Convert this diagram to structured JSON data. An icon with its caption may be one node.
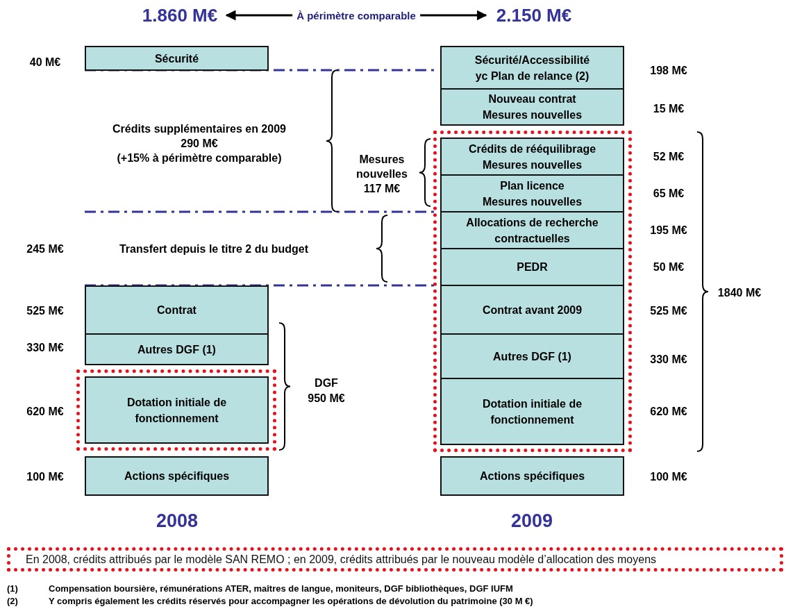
{
  "diagram": {
    "nodes": [
      {
        "text": [
          "1.860 M€"
        ]
      },
      {
        "text": [
          "2.150 M€"
        ]
      },
      {
        "text": [
          "Sécurité"
        ],
        "beside": [
          "40 M€"
        ]
      },
      {
        "text": [
          "Contrat"
        ],
        "beside": [
          "525 M€"
        ]
      },
      {
        "text": [
          "Autres DGF (1)"
        ],
        "beside": [
          "330 M€"
        ]
      },
      {
        "text": [],
        "shape": "box"
      },
      {
        "text": [
          "Dotation initiale de fonctionnement"
        ],
        "in": 5,
        "beside": [
          "620 M€"
        ]
      },
      {
        "text": [
          "Actions spécifiques"
        ],
        "beside": [
          "100 M€"
        ]
      },
      {
        "text": [
          "Sécurité/Accessibilité",
          "yc Plan de relance (2)"
        ],
        "beside": [
          "198 M€"
        ]
      },
      {
        "text": [
          "Nouveau contrat",
          "Mesures nouvelles"
        ],
        "beside": [
          "15 M€"
        ]
      },
      {
        "text": [],
        "shape": "box"
      },
      {
        "text": [
          "Crédits de rééquilibrage",
          "Mesures nouvelles"
        ],
        "in": 10,
        "beside": [
          "52 M€"
        ]
      },
      {
        "text": [
          "Plan licence",
          "Mesures nouvelles"
        ],
        "in": 10,
        "beside": [
          "65 M€"
        ]
      },
      {
        "text": [
          "Allocations de recherche contractuelles"
        ],
        "in": 10,
        "beside": [
          "195 M€"
        ]
      },
      {
        "text": [
          "PEDR"
        ],
        "in": 10,
        "beside": [
          "50 M€"
        ]
      },
      {
        "text": [
          "Contrat avant 2009"
        ],
        "in": 10,
        "beside": [
          "525 M€"
        ]
      },
      {
        "text": [
          "Autres DGF (1)"
        ],
        "in": 10,
        "beside": [
          "330 M€"
        ]
      },
      {
        "text": [
          "Dotation initiale de fonctionnement"
        ],
        "in": 10,
        "beside": [
          "620 M€"
        ]
      },
      {
        "text": [
          "Actions spécifiques"
        ],
        "beside": [
          "100 M€"
        ]
      },
      {
        "text": [
          "En 2008, crédits attribués par le modèle SAN REMO ; en 2009, crédits attribués par le nouveau modèle d’allocation des moyens"
        ]
      }
    ],
    "edges": [
      {
        "from": 0,
        "to": 1,
        "arrow": "both",
        "label": "À périmètre comparable"
      }
    ],
    "labels": [
      "Crédits supplémentaires en 2009",
      "290 M€",
      "(+15% à périmètre comparable)",
      "Mesures nouvelles 117 M€",
      "245 M€",
      "Transfert depuis le titre 2 du budget",
      "DGF",
      "950 M€",
      "1840 M€",
      "2008",
      "2009",
      "(1)",
      "Compensation boursière, rémunérations ATER, maîtres de langue, moniteurs, DGF bibliothèques, DGF IUFM",
      "(2)",
      "Y compris également les crédits réservés pour accompagner les opérations de dévolution du patrimoine (30 M €)"
    ]
  }
}
